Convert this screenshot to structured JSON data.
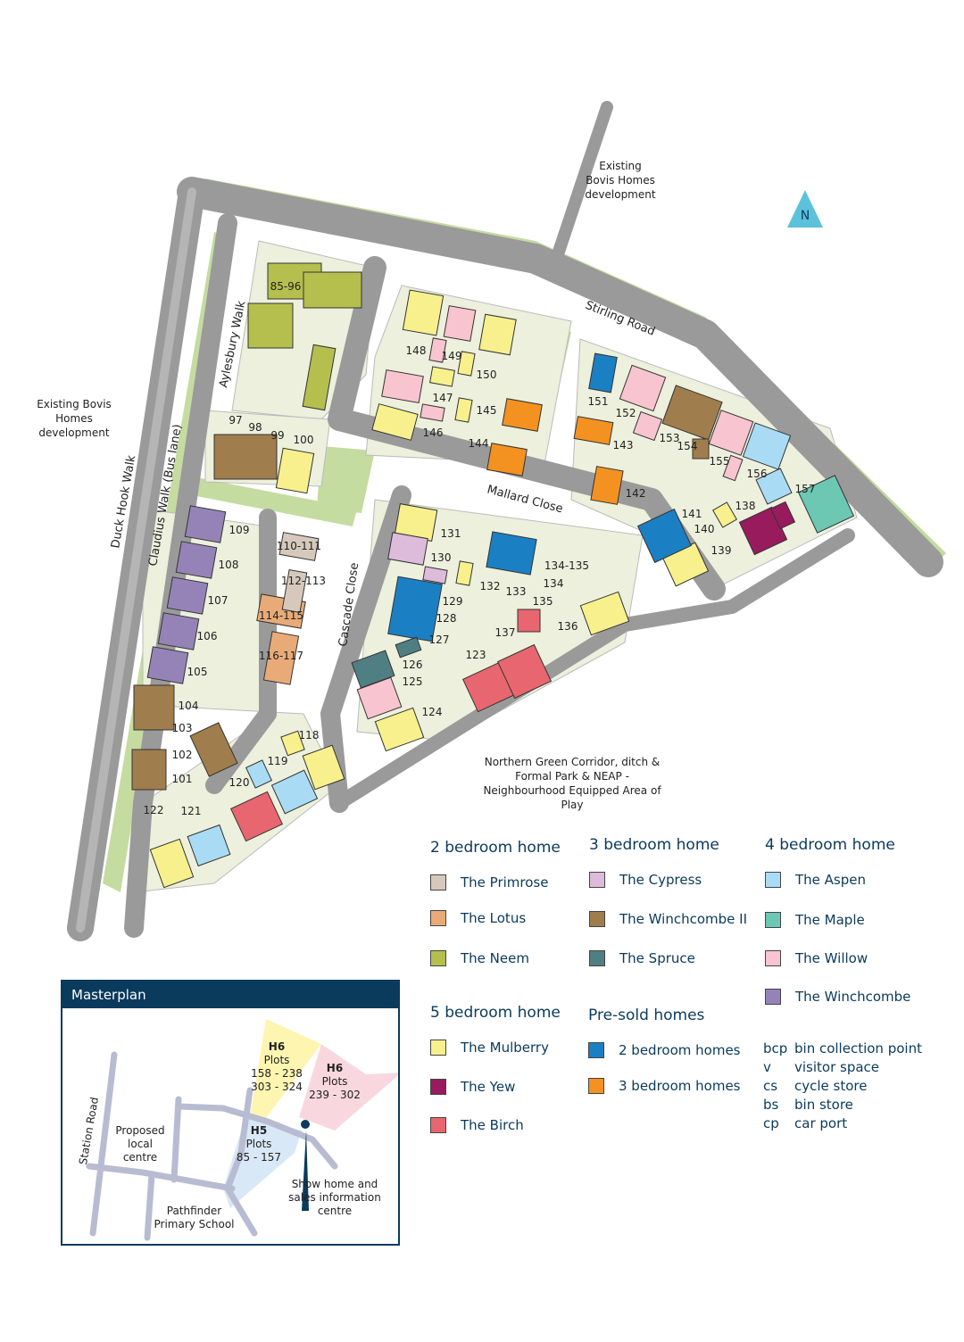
{
  "map": {
    "north_label": "N",
    "roads": [
      "Stirling Road",
      "Mallard Close",
      "Cascade Close",
      "Aylesbury Walk",
      "Duck Hook Walk",
      "Claudius Walk (Bus lane)"
    ],
    "notes": {
      "existing_top": "Existing Bovis Homes development",
      "existing_left": "Existing Bovis Homes development",
      "green_corridor": "Northern Green Corridor, ditch & Formal Park & NEAP - Neighbourhood Equipped Area of Play"
    },
    "plot_labels": [
      "85-96",
      "97",
      "98",
      "99",
      "100",
      "101",
      "102",
      "103",
      "104",
      "105",
      "106",
      "107",
      "108",
      "109",
      "110-111",
      "112-113",
      "114-115",
      "116-117",
      "118",
      "119",
      "120",
      "121",
      "122",
      "123",
      "124",
      "125",
      "126",
      "127",
      "128",
      "129",
      "130",
      "131",
      "132",
      "133",
      "134",
      "134-135",
      "135",
      "136",
      "137",
      "138",
      "139",
      "140",
      "141",
      "142",
      "143",
      "144",
      "145",
      "146",
      "147",
      "148",
      "149",
      "150",
      "151",
      "152",
      "153",
      "154",
      "155",
      "156",
      "157"
    ]
  },
  "legend": {
    "groups": [
      {
        "title": "2 bedroom home",
        "items": [
          {
            "label": "The Primrose",
            "key": "primrose",
            "color": "#d6c9bb"
          },
          {
            "label": "The Lotus",
            "key": "lotus",
            "color": "#e8ab78"
          },
          {
            "label": "The Neem",
            "key": "neem",
            "color": "#b5bf4e"
          }
        ]
      },
      {
        "title": "3 bedroom home",
        "items": [
          {
            "label": "The Cypress",
            "key": "cypress",
            "color": "#dcbbdb"
          },
          {
            "label": "The Winchcombe II",
            "key": "winchcombe2",
            "color": "#a07d4c"
          },
          {
            "label": "The Spruce",
            "key": "spruce",
            "color": "#4f7f83"
          }
        ]
      },
      {
        "title": "4 bedroom home",
        "items": [
          {
            "label": "The Aspen",
            "key": "aspen",
            "color": "#a9dcf4"
          },
          {
            "label": "The Maple",
            "key": "maple",
            "color": "#6cc7b3"
          },
          {
            "label": "The Willow",
            "key": "willow",
            "color": "#f7c4cf"
          },
          {
            "label": "The Winchcombe",
            "key": "winchcombe",
            "color": "#9583b8"
          }
        ]
      },
      {
        "title": "5 bedroom home",
        "items": [
          {
            "label": "The Mulberry",
            "key": "mulberry",
            "color": "#f8f08c"
          },
          {
            "label": "The Yew",
            "key": "yew",
            "color": "#981b5d"
          },
          {
            "label": "The Birch",
            "key": "birch",
            "color": "#e8666f"
          }
        ]
      },
      {
        "title": "Pre-sold homes",
        "items": [
          {
            "label": "2 bedroom homes",
            "key": "presold2",
            "color": "#1b7fc4"
          },
          {
            "label": "3 bedroom homes",
            "key": "presold3",
            "color": "#f39220"
          }
        ]
      }
    ],
    "abbreviations": [
      {
        "abbr": "bcp",
        "meaning": "bin collection point"
      },
      {
        "abbr": "v",
        "meaning": "visitor space"
      },
      {
        "abbr": "cs",
        "meaning": "cycle store"
      },
      {
        "abbr": "bs",
        "meaning": "bin store"
      },
      {
        "abbr": "cp",
        "meaning": "car port"
      }
    ]
  },
  "masterplan": {
    "title": "Masterplan",
    "station_road": "Station Road",
    "local_centre": "Proposed local centre",
    "school": "Pathfinder Primary School",
    "h6a": {
      "name": "H6",
      "plots_label": "Plots",
      "range1": "158 - 238",
      "range2": "303 - 324"
    },
    "h6b": {
      "name": "H6",
      "plots_label": "Plots",
      "range1": "239 - 302"
    },
    "h5": {
      "name": "H5",
      "plots_label": "Plots",
      "range1": "85 - 157"
    },
    "show_home": "Show home and sales information centre"
  }
}
